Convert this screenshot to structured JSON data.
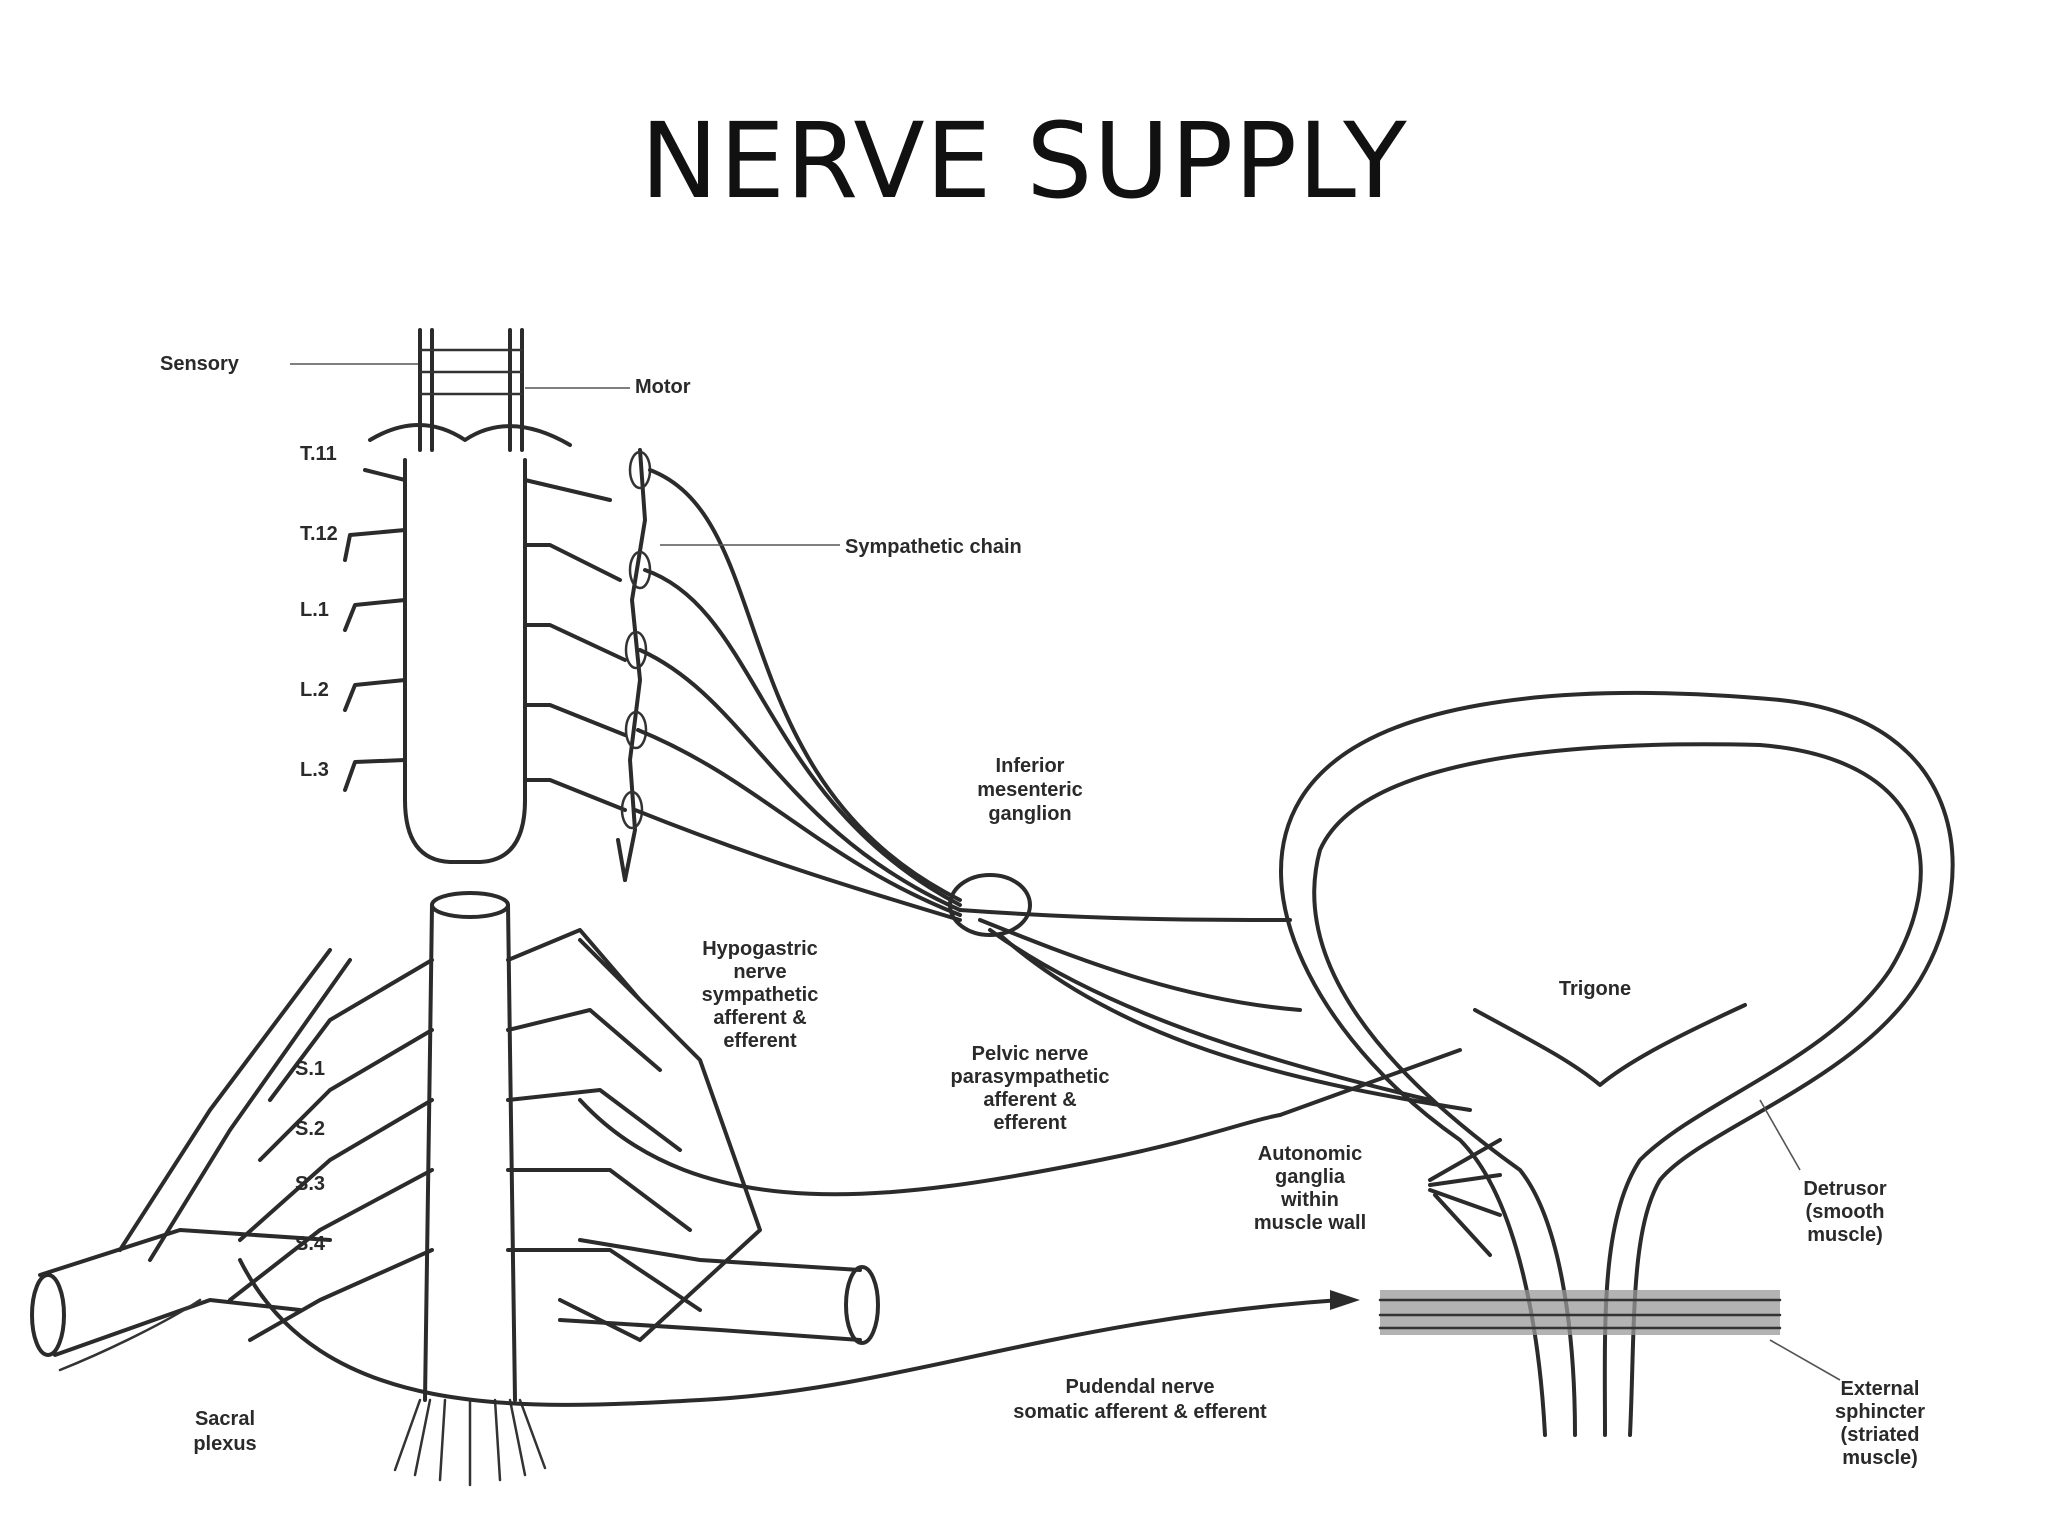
{
  "title": "NERVE SUPPLY",
  "labels": {
    "sensory": "Sensory",
    "motor": "Motor",
    "t11": "T.11",
    "t12": "T.12",
    "l1": "L.1",
    "l2": "L.2",
    "l3": "L.3",
    "sympathetic_chain": "Sympathetic chain",
    "inferior_mesenteric_ganglion": [
      "Inferior",
      "mesenteric",
      "ganglion"
    ],
    "hypogastric_nerve": [
      "Hypogastric",
      "nerve",
      "sympathetic",
      "afferent &",
      "efferent"
    ],
    "pelvic_nerve": [
      "Pelvic nerve",
      "parasympathetic",
      "afferent &",
      "efferent"
    ],
    "trigone": "Trigone",
    "s1": "S.1",
    "s2": "S.2",
    "s3": "S.3",
    "s4": "S.4",
    "autonomic_ganglia": [
      "Autonomic",
      "ganglia",
      "within",
      "muscle wall"
    ],
    "detrusor": [
      "Detrusor",
      "(smooth",
      "muscle)"
    ],
    "pudendal_nerve": [
      "Pudendal nerve",
      "somatic afferent & efferent"
    ],
    "external_sphincter": [
      "External",
      "sphincter",
      "(striated",
      "muscle)"
    ],
    "sacral_plexus": [
      "Sacral",
      "plexus"
    ]
  },
  "colors": {
    "ink": "#2b2b2b",
    "background": "#ffffff"
  }
}
